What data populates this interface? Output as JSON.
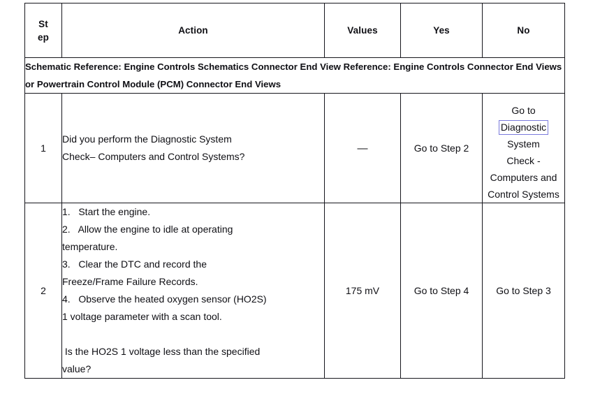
{
  "table": {
    "headers": {
      "step_line1": "St",
      "step_line2": "ep",
      "action": "Action",
      "values": "Values",
      "yes": "Yes",
      "no": "No"
    },
    "reference_row": {
      "line1": "Schematic Reference: Engine Controls Schematics Connector End View Reference: Engine Controls",
      "line2": "Connector End Views or Powertrain Control Module (PCM) Connector End Views"
    },
    "rows": [
      {
        "step": "1",
        "action_lines": [
          "Did you perform the Diagnostic System",
          "Check– Computers and Control Systems?"
        ],
        "values": "—",
        "yes": "Go to Step 2",
        "no_lines": [
          "Go to",
          "Diagnostic",
          "System",
          "Check -",
          "Computers  and",
          "Control Systems"
        ],
        "no_link_index": 1
      },
      {
        "step": "2",
        "action_lines": [
          "1.   Start the engine.",
          "2.   Allow the engine to idle at operating",
          "temperature.",
          "3.   Clear the DTC and record the",
          "Freeze/Frame Failure Records.",
          "4.   Observe the heated oxygen sensor (HO2S)",
          "1 voltage parameter with a scan tool.",
          "",
          " Is the HO2S 1 voltage less than the specified",
          "value?"
        ],
        "values": "175 mV",
        "yes": "Go to Step 4",
        "no": "Go to Step 3"
      }
    ]
  },
  "colors": {
    "border": "#16161c",
    "link_highlight": "#7b7bdc",
    "text": "#0f0f14",
    "background": "#ffffff"
  }
}
